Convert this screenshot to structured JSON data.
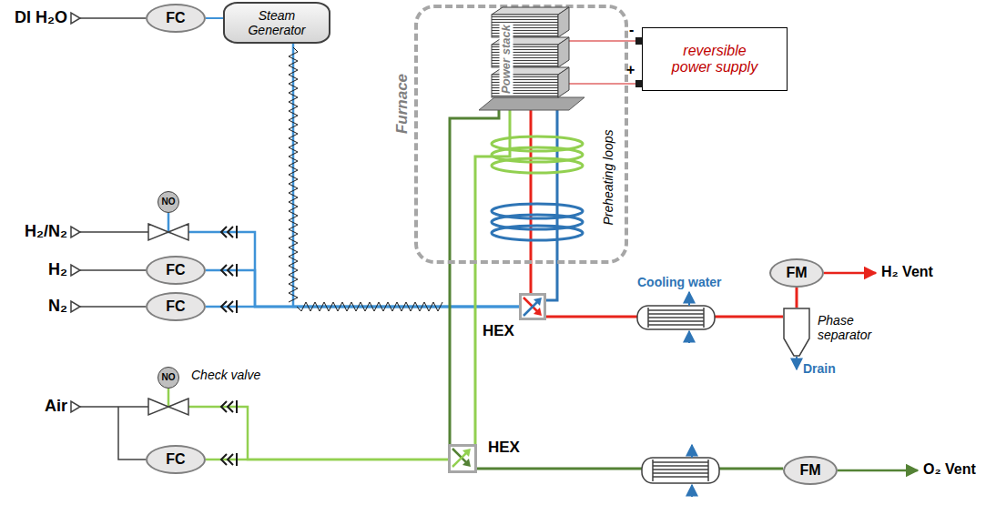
{
  "diagram": {
    "nodes": [
      {
        "text": [
          "FC"
        ]
      },
      {
        "text": [
          "Steam Generator"
        ]
      },
      {
        "text": [
          "NO"
        ]
      },
      {
        "text": [
          "FC"
        ]
      },
      {
        "text": [
          "FC"
        ]
      },
      {
        "text": [
          "Furnace"
        ]
      },
      {
        "text": [
          "Power stack"
        ],
        "in": 5
      },
      {
        "text": [
          "reversible power supply"
        ]
      },
      {
        "text": [
          "HEX"
        ]
      },
      {
        "text": [
          "FM"
        ]
      },
      {
        "text": [
          "Phase separator"
        ]
      },
      {
        "text": [
          "NO"
        ]
      },
      {
        "text": [
          "FC"
        ]
      },
      {
        "text": [
          "HEX"
        ]
      },
      {
        "text": [
          "FM"
        ]
      }
    ],
    "edges": [
      {
        "from": 0,
        "to": 1,
        "arrow": "none"
      },
      {
        "from": 1,
        "to": 8,
        "arrow": "none"
      },
      {
        "from": 2,
        "to": 8,
        "arrow": "none"
      },
      {
        "from": 3,
        "to": 8,
        "arrow": "none"
      },
      {
        "from": 4,
        "to": 8,
        "arrow": "none"
      },
      {
        "from": 8,
        "to": 6,
        "arrow": "none"
      },
      {
        "from": 6,
        "to": 8,
        "arrow": "none"
      },
      {
        "from": 8,
        "to": 10,
        "arrow": "none"
      },
      {
        "from": 10,
        "to": 9,
        "arrow": "none"
      },
      {
        "from": 11,
        "to": 13,
        "arrow": "none"
      },
      {
        "from": 12,
        "to": 13,
        "arrow": "none"
      },
      {
        "from": 13,
        "to": 6,
        "arrow": "none"
      },
      {
        "from": 6,
        "to": 13,
        "arrow": "none"
      },
      {
        "from": 13,
        "to": 14,
        "arrow": "none"
      },
      {
        "from": 6,
        "to": 7,
        "arrow": "none"
      },
      {
        "from": 6,
        "to": 7,
        "arrow": "none"
      }
    ],
    "labels": [
      "DI H₂O",
      "H₂/N₂",
      "H₂",
      "N₂",
      "Air",
      "Check valve",
      "Preheating loops",
      "Cooling water",
      "Drain",
      "H₂ Vent",
      "O₂ Vent",
      "-",
      "+"
    ]
  }
}
